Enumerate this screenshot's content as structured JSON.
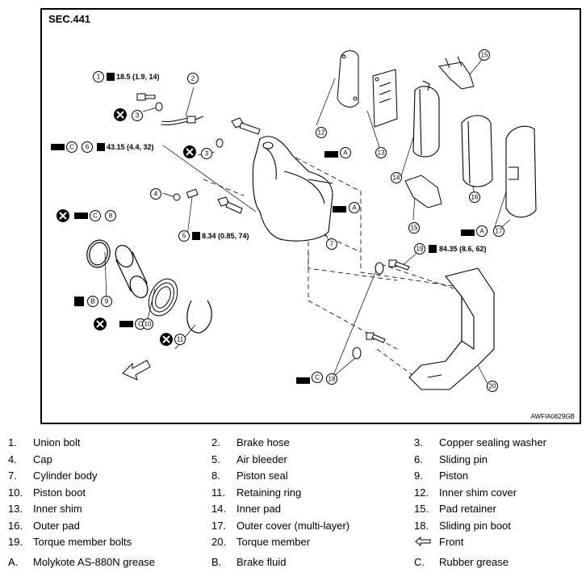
{
  "diagram": {
    "section_label": "SEC.441",
    "figure_id": "AWFIA0629GB",
    "callouts": {
      "torque_1": "18.5 (1.9, 14)",
      "torque_6": "43.15 (4.4, 32)",
      "torque_5": "8.34 (0.85, 74)",
      "torque_19": "84.35 (8.6, 62)",
      "grease_A": "A",
      "grease_B": "B",
      "grease_C": "C"
    },
    "part_numbers": [
      "1",
      "2",
      "3",
      "3",
      "4",
      "5",
      "6",
      "7",
      "8",
      "9",
      "10",
      "11",
      "12",
      "13",
      "14",
      "15",
      "15",
      "16",
      "17",
      "18",
      "19",
      "20"
    ]
  },
  "legend": {
    "rows": [
      [
        {
          "n": "1.",
          "t": "Union bolt"
        },
        {
          "n": "2.",
          "t": "Brake hose"
        },
        {
          "n": "3.",
          "t": "Copper sealing washer"
        }
      ],
      [
        {
          "n": "4.",
          "t": "Cap"
        },
        {
          "n": "5.",
          "t": "Air bleeder"
        },
        {
          "n": "6.",
          "t": "Sliding pin"
        }
      ],
      [
        {
          "n": "7.",
          "t": "Cylinder body"
        },
        {
          "n": "8.",
          "t": "Piston seal"
        },
        {
          "n": "9.",
          "t": "Piston"
        }
      ],
      [
        {
          "n": "10.",
          "t": "Piston boot"
        },
        {
          "n": "11.",
          "t": "Retaining ring"
        },
        {
          "n": "12.",
          "t": "Inner shim cover"
        }
      ],
      [
        {
          "n": "13.",
          "t": "Inner shim"
        },
        {
          "n": "14.",
          "t": "Inner pad"
        },
        {
          "n": "15.",
          "t": "Pad retainer"
        }
      ],
      [
        {
          "n": "16.",
          "t": "Outer pad"
        },
        {
          "n": "17.",
          "t": "Outer cover (multi-layer)"
        },
        {
          "n": "18.",
          "t": "Sliding pin boot"
        }
      ],
      [
        {
          "n": "19.",
          "t": "Torque member bolts"
        },
        {
          "n": "20.",
          "t": "Torque member"
        },
        {
          "n": "",
          "t": "Front"
        }
      ],
      [
        {
          "n": "A.",
          "t": "Molykote AS-880N grease"
        },
        {
          "n": "B.",
          "t": "Brake fluid"
        },
        {
          "n": "C.",
          "t": "Rubber grease"
        }
      ]
    ]
  }
}
